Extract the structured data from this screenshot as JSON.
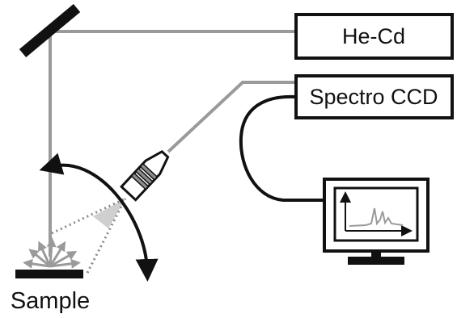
{
  "labels": {
    "laser": "He-Cd",
    "spectrometer": "Spectro CCD",
    "sample": "Sample"
  },
  "colors": {
    "beam": "#9a9a9a",
    "outline": "#111111",
    "dotted_ray": "#8a8a8a",
    "cone": "#cfcfcf",
    "lens_band": "#8c8c8c",
    "scatter_arrows": "#9a9a9a",
    "background": "#ffffff"
  },
  "icons": {
    "mirror": "mirror-icon",
    "collection_optic": "collection-lens-icon",
    "rotation_arc": "rotation-arrow-icon",
    "scatter": "scatter-arrows-icon",
    "computer_monitor": "monitor-icon",
    "spectrum_plot": "spectrum-plot-icon"
  }
}
